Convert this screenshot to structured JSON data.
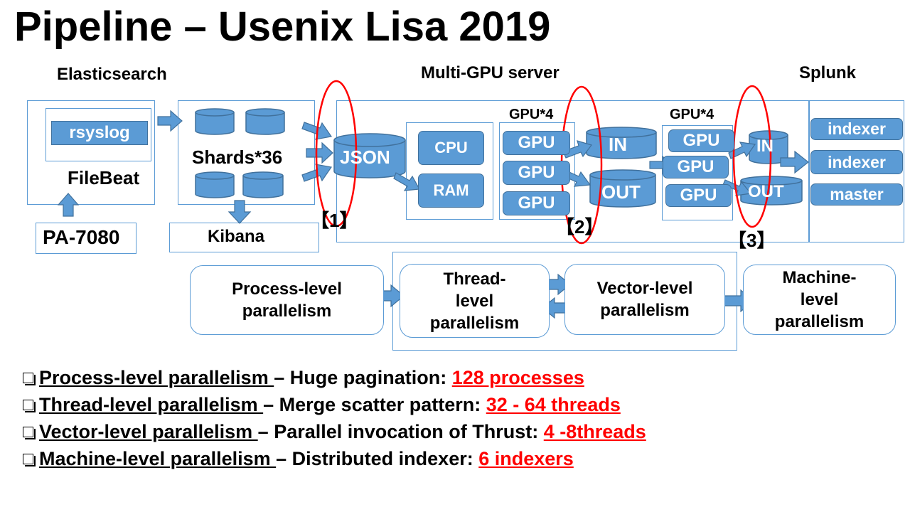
{
  "title": "Pipeline – Usenix Lisa 2019",
  "sections": {
    "elasticsearch": "Elasticsearch",
    "multigpu": "Multi-GPU server",
    "splunk": "Splunk"
  },
  "elastic": {
    "rsyslog": "rsyslog",
    "filebeat": "FileBeat",
    "pa": "PA-7080",
    "shards": "Shards*36",
    "kibana": "Kibana"
  },
  "gpu_server": {
    "json": "JSON",
    "cpu": "CPU",
    "ram": "RAM",
    "gpu_group1_label": "GPU*4",
    "gpu_group2_label": "GPU*4",
    "gpu": "GPU",
    "in": "IN",
    "out": "OUT"
  },
  "splunk": {
    "items": [
      "indexer",
      "indexer",
      "master"
    ]
  },
  "markers": [
    "【1】",
    "【2】",
    "【3】"
  ],
  "parallelism": {
    "process": "Process-level\nparallelism",
    "thread": "Thread-\nlevel\nparallelism",
    "vector": "Vector-level\nparallelism",
    "machine": "Machine-\nlevel\nparallelism"
  },
  "bullets": [
    {
      "term": "Process-level parallelism ",
      "desc": "– Huge pagination: ",
      "value": "128 processes"
    },
    {
      "term": "Thread-level parallelism ",
      "desc": "– Merge scatter pattern: ",
      "value": "32 - 64 threads"
    },
    {
      "term": "Vector-level parallelism ",
      "desc": "– Parallel invocation of Thrust: ",
      "value": "4 -8threads"
    },
    {
      "term": "Machine-level parallelism ",
      "desc": "– Distributed indexer: ",
      "value": "6 indexers"
    }
  ],
  "colors": {
    "shape_fill": "#5b9bd5",
    "shape_border": "#41719c",
    "highlight": "#ff0000"
  }
}
